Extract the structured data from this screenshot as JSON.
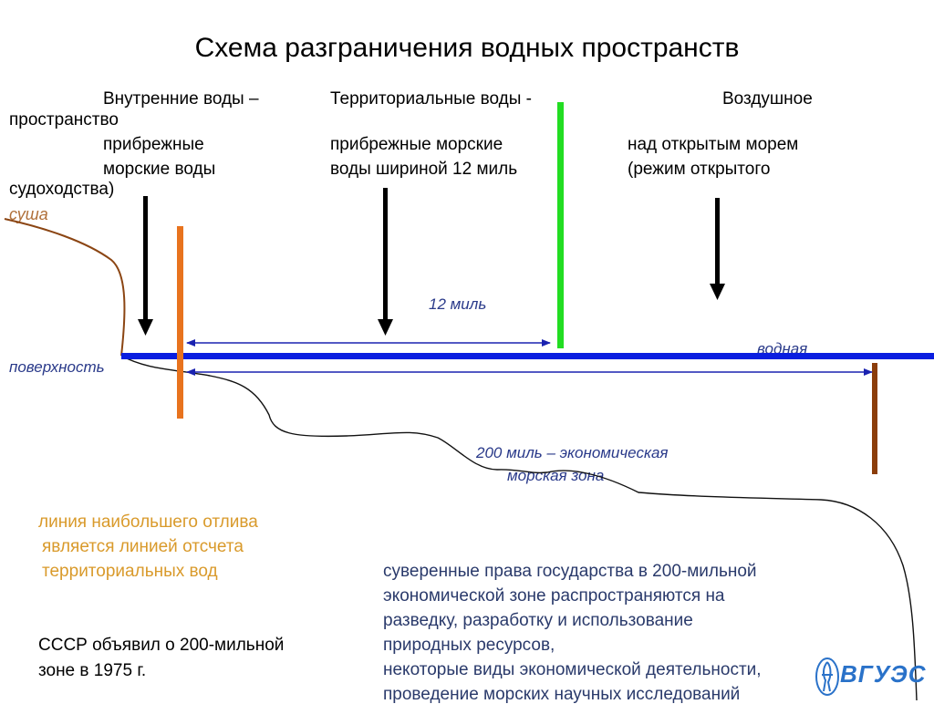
{
  "title": "Схема разграничения водных пространств",
  "headers": {
    "internal": [
      "Внутренние воды –",
      "прибрежные",
      "морские воды"
    ],
    "territorial": [
      "Территориальные воды -",
      "прибрежные морские",
      "воды шириной 12 миль"
    ],
    "air": [
      "Воздушное",
      "над открытым морем",
      "(режим открытого"
    ],
    "wrap_left": [
      "пространство",
      "судоходства)"
    ]
  },
  "labels": {
    "land": "суша",
    "surface_left": "поверхность",
    "surface_right": "водная",
    "twelve_miles": "12 миль",
    "eez_1": "200  миль  – экономическая",
    "eez_2": "морская  зона"
  },
  "notes": {
    "low_tide": [
      "линия наибольшего отлива",
      "является линией отсчета",
      "территориальных вод"
    ],
    "ussr": [
      "СССР объявил о  200-мильной",
      "зоне в 1975 г."
    ],
    "rights": [
      "суверенные права государства в 200-мильной",
      "экономической зоне распространяются на",
      "разведку, разработку и использование",
      "природных ресурсов,",
      "некоторые виды экономической деятельности,",
      "проведение морских научных исследований"
    ]
  },
  "logo": {
    "text": "ВГУЭС"
  },
  "colors": {
    "water": "#0a1ee0",
    "green_line": "#22dd22",
    "orange_line": "#e8731e",
    "brown_line": "#8b3d0a",
    "land": "#8b4513",
    "arrow_span": "#1a22b0"
  }
}
